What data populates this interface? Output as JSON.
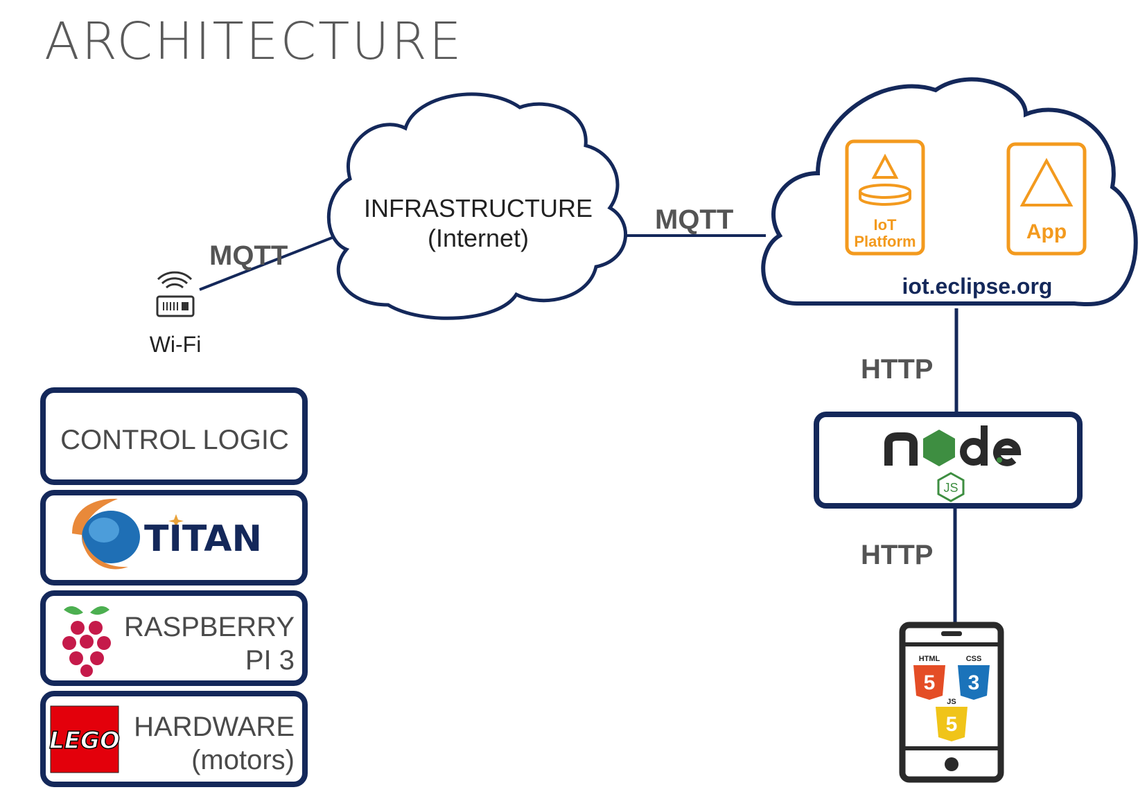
{
  "title": "ARCHITECTURE",
  "infrastructure": {
    "line1": "INFRASTRUCTURE",
    "line2": "(Internet)"
  },
  "connections": {
    "wifi_to_infra": "MQTT",
    "infra_to_cloud": "MQTT",
    "cloud_to_node": "HTTP",
    "node_to_phone": "HTTP"
  },
  "wifi": {
    "label": "Wi-Fi",
    "icon": "wifi-router-icon"
  },
  "cloud": {
    "domain": "iot.eclipse.org",
    "iot_platform": {
      "line1": "IoT",
      "line2": "Platform",
      "icon": "database-icon"
    },
    "app": {
      "label": "App",
      "icon": "triangle-icon"
    }
  },
  "node": {
    "word": "node",
    "badge": "JS"
  },
  "stack": {
    "control_logic": "CONTROL LOGIC",
    "titan": "TITAN",
    "raspberry": {
      "line1": "RASPBERRY",
      "line2": "PI 3"
    },
    "hardware": {
      "line1": "HARDWARE",
      "line2": "(motors)",
      "logo_text": "LEGO"
    }
  },
  "phone": {
    "html_label": "HTML",
    "css_label": "CSS",
    "js_label": "JS",
    "html_digit": "5",
    "css_digit": "3",
    "js_digit": "5"
  },
  "colors": {
    "navy": "#14285a",
    "orange": "#f39a1e",
    "text_gray": "#545454",
    "html_orange": "#e44d26",
    "css_blue": "#1b73ba",
    "js_yellow": "#f0c419",
    "node_green": "#3e8e41",
    "raspberry_red": "#c51a4a",
    "lego_red": "#e3000b"
  }
}
